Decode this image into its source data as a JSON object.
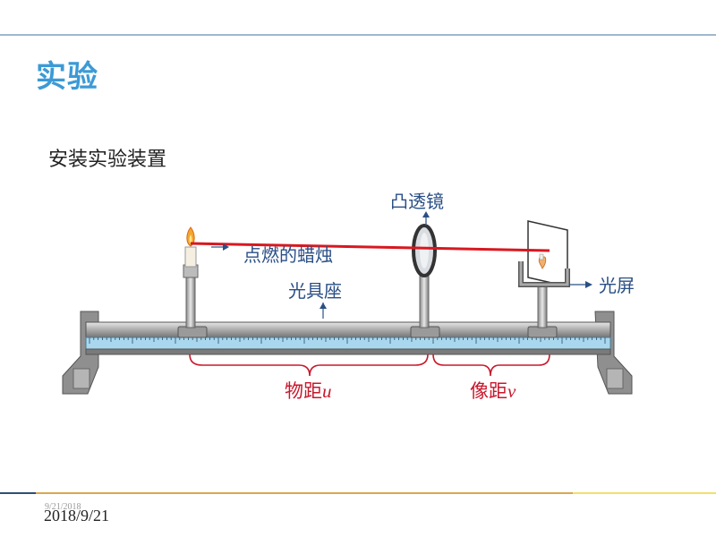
{
  "slide": {
    "title": "实验",
    "subtitle": "安装实验装置",
    "date_overlay": "9/21/2018",
    "date": "2018/9/21"
  },
  "diagram": {
    "labels": {
      "lens": "凸透镜",
      "candle": "点燃的蜡烛",
      "bench": "光具座",
      "screen": "光屏"
    },
    "distances": {
      "object_distance_label": "物距",
      "object_distance_symbol": "u",
      "image_distance_label": "像距",
      "image_distance_symbol": "v"
    },
    "colors": {
      "title": "#3c9ad6",
      "label_blue": "#2a4f86",
      "distance_red": "#c8182c",
      "ray_red": "#d81820",
      "ruler": "#a9d8ee"
    }
  }
}
